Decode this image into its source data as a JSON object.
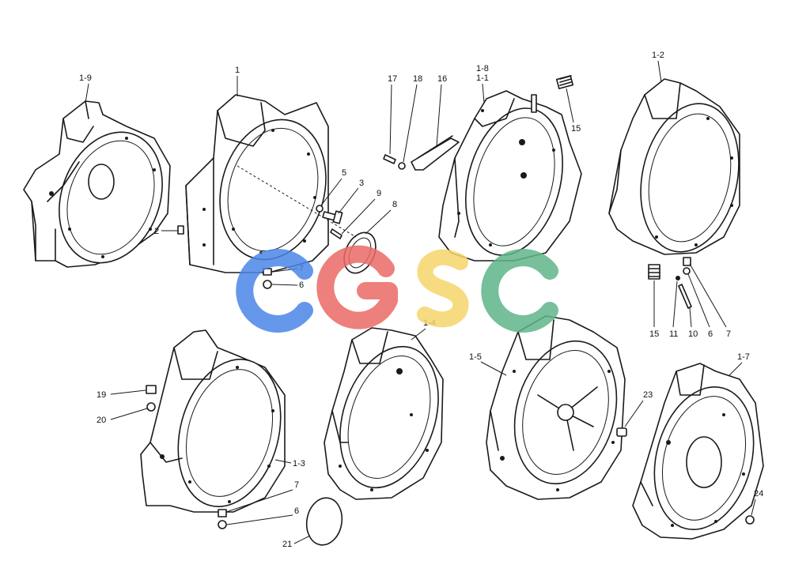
{
  "watermark": {
    "letters": [
      "C",
      "G",
      "S",
      "C"
    ],
    "colors": [
      "#4a86e8",
      "#ea6b66",
      "#f6d56a",
      "#5fb58a"
    ]
  },
  "labels": {
    "p1_9": "1-9",
    "p1": "1",
    "p2": "2",
    "p5": "5",
    "p3": "3",
    "p9": "9",
    "p8": "8",
    "p7a": "7",
    "p6a": "6",
    "p17": "17",
    "p18": "18",
    "p16": "16",
    "p1_8": "1-8",
    "p1_1": "1-1",
    "p15a": "15",
    "p1_2": "1-2",
    "p15b": "15",
    "p11": "11",
    "p10": "10",
    "p6b": "6",
    "p7b": "7",
    "p1_4": "1-4",
    "p19": "19",
    "p20": "20",
    "p1_3": "1-3",
    "p7c": "7",
    "p6c": "6",
    "p21": "21",
    "p1_5": "1-5",
    "p23": "23",
    "p1_7": "1-7",
    "p24": "24"
  }
}
